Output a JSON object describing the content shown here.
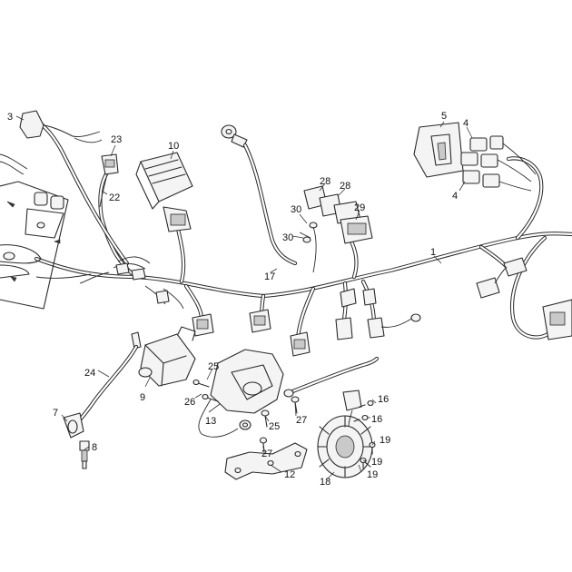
{
  "callouts": {
    "c1": "1",
    "c3": "3",
    "c4a": "4",
    "c4b": "4",
    "c5": "5",
    "c7": "7",
    "c8": "8",
    "c9": "9",
    "c10": "10",
    "c12": "12",
    "c13": "13",
    "c16a": "16",
    "c16b": "16",
    "c17": "17",
    "c18": "18",
    "c19a": "19",
    "c19b": "19",
    "c19c": "19",
    "c22": "22",
    "c23": "23",
    "c24": "24",
    "c25a": "25",
    "c25b": "25",
    "c26": "26",
    "c27a": "27",
    "c27b": "27",
    "c28a": "28",
    "c28b": "28",
    "c29": "29",
    "c30a": "30",
    "c30b": "30"
  }
}
